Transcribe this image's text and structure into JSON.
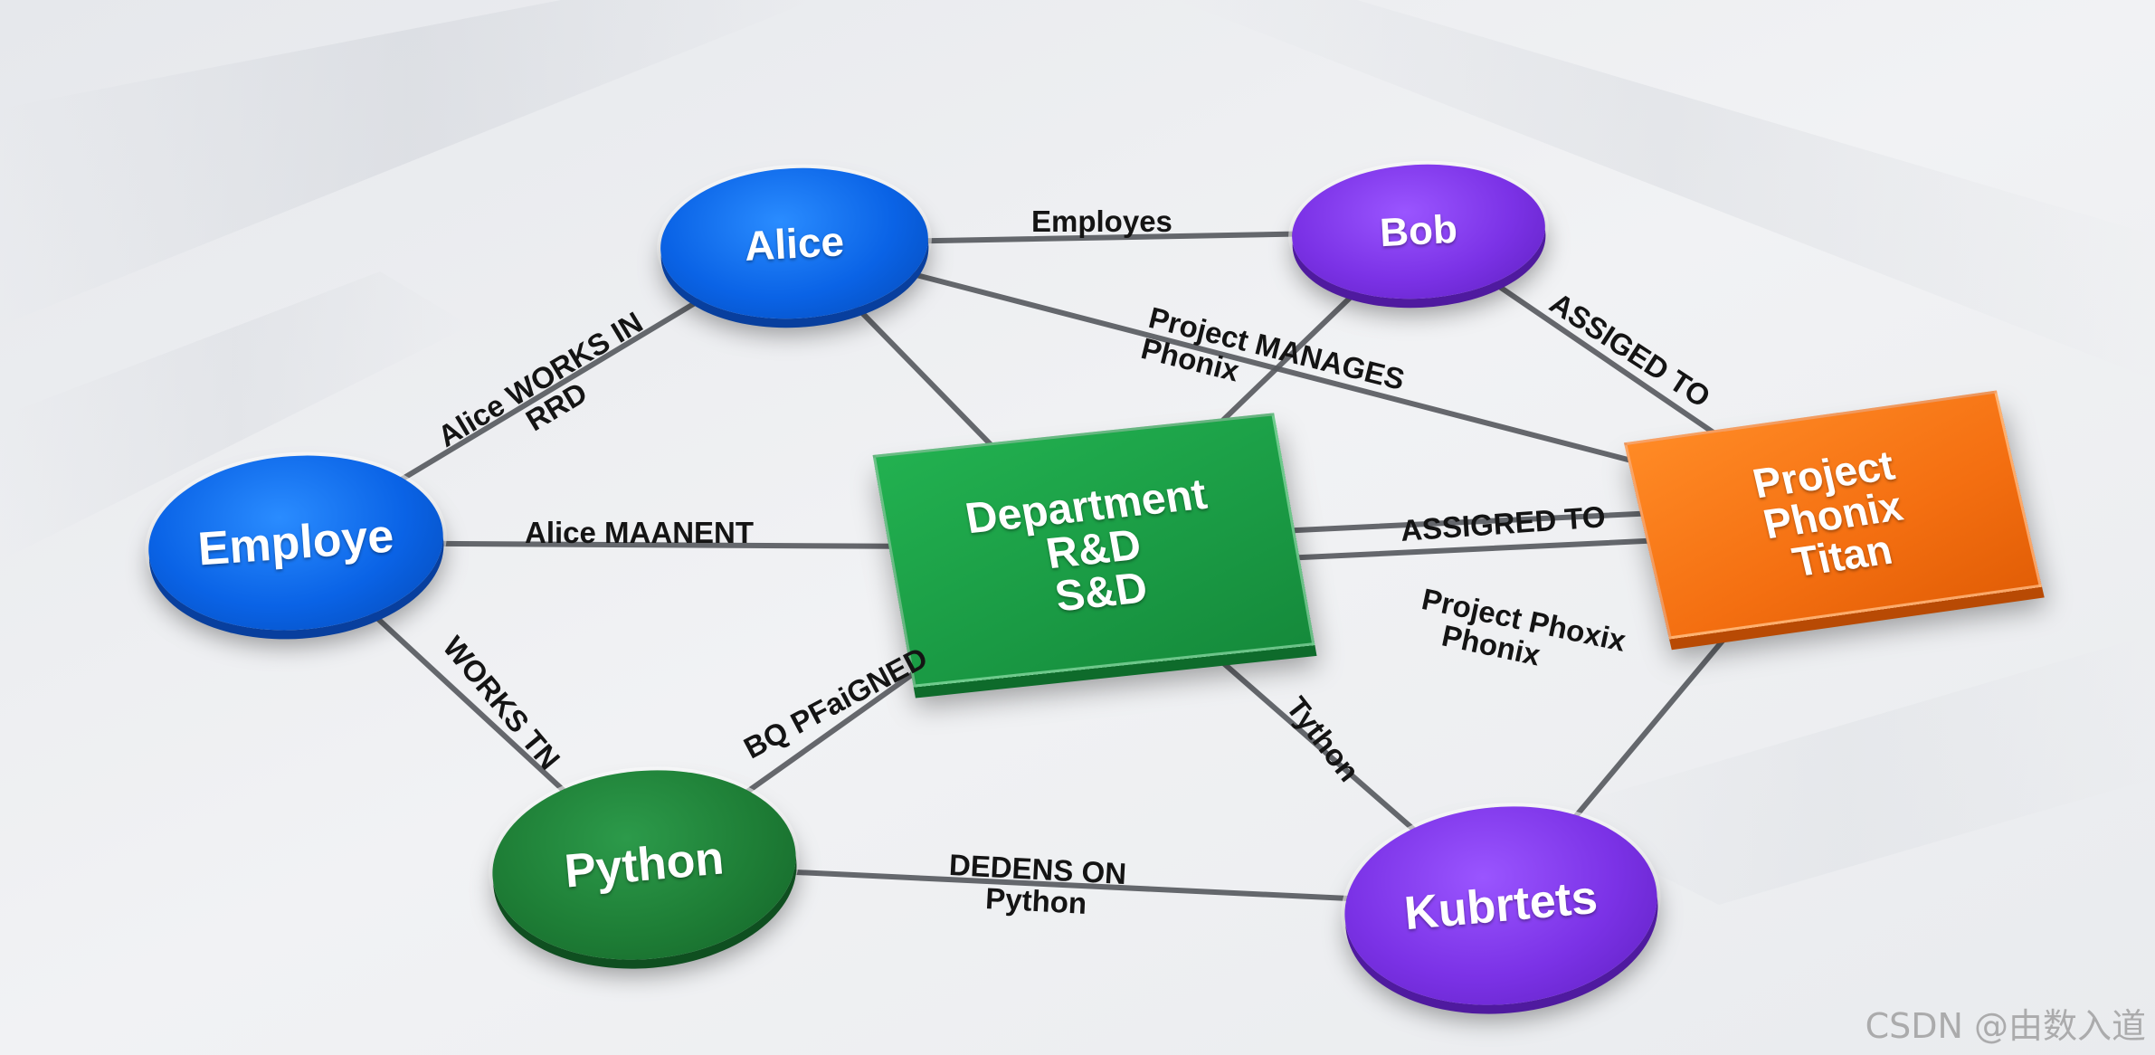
{
  "nodes": [
    {
      "id": "alice",
      "label": "Alice",
      "color": "#0a63e6"
    },
    {
      "id": "bob",
      "label": "Bob",
      "color": "#7b32e6"
    },
    {
      "id": "employe",
      "label": "Employe",
      "color": "#0a63e6"
    },
    {
      "id": "department",
      "label_lines": [
        "Department",
        "R&D",
        "S&D"
      ],
      "color": "#1a9a44"
    },
    {
      "id": "project",
      "label_lines": [
        "Project",
        "Phonix",
        "Titan"
      ],
      "color": "#f46f11"
    },
    {
      "id": "python",
      "label": "Python",
      "color": "#1e7e36"
    },
    {
      "id": "kubrtets",
      "label": "Kubrtets",
      "color": "#7b32e6"
    }
  ],
  "edges": [
    {
      "from": "alice",
      "to": "bob",
      "label_lines": [
        "Employes"
      ]
    },
    {
      "from": "alice",
      "to": "employe",
      "label_lines": [
        "Alice WORKS IN",
        "RRD"
      ]
    },
    {
      "from": "alice",
      "to": "project",
      "label_lines": [
        "Project MANAGES",
        "Phonix"
      ]
    },
    {
      "from": "alice",
      "to": "department",
      "label_lines": []
    },
    {
      "from": "bob",
      "to": "project",
      "label_lines": [
        "ASSIGED TO"
      ]
    },
    {
      "from": "bob",
      "to": "department",
      "label_lines": []
    },
    {
      "from": "employe",
      "to": "department",
      "label_lines": [
        "Alice MAANENT"
      ]
    },
    {
      "from": "employe",
      "to": "python",
      "label_lines": [
        "WORKS TN"
      ]
    },
    {
      "from": "department",
      "to": "project",
      "label_lines": [
        "ASSIGRED TO"
      ]
    },
    {
      "from": "department",
      "to": "project",
      "label_lines": [
        "Project Phoxix",
        "Phonix"
      ]
    },
    {
      "from": "department",
      "to": "python",
      "label_lines": [
        "BQ PFaiGNED"
      ]
    },
    {
      "from": "department",
      "to": "kubrtets",
      "label_lines": [
        "Tython"
      ]
    },
    {
      "from": "python",
      "to": "kubrtets",
      "label_lines": [
        "DEDENS ON",
        "Python"
      ]
    },
    {
      "from": "kubrtets",
      "to": "project",
      "label_lines": []
    }
  ],
  "watermark": "CSDN @由数入道"
}
